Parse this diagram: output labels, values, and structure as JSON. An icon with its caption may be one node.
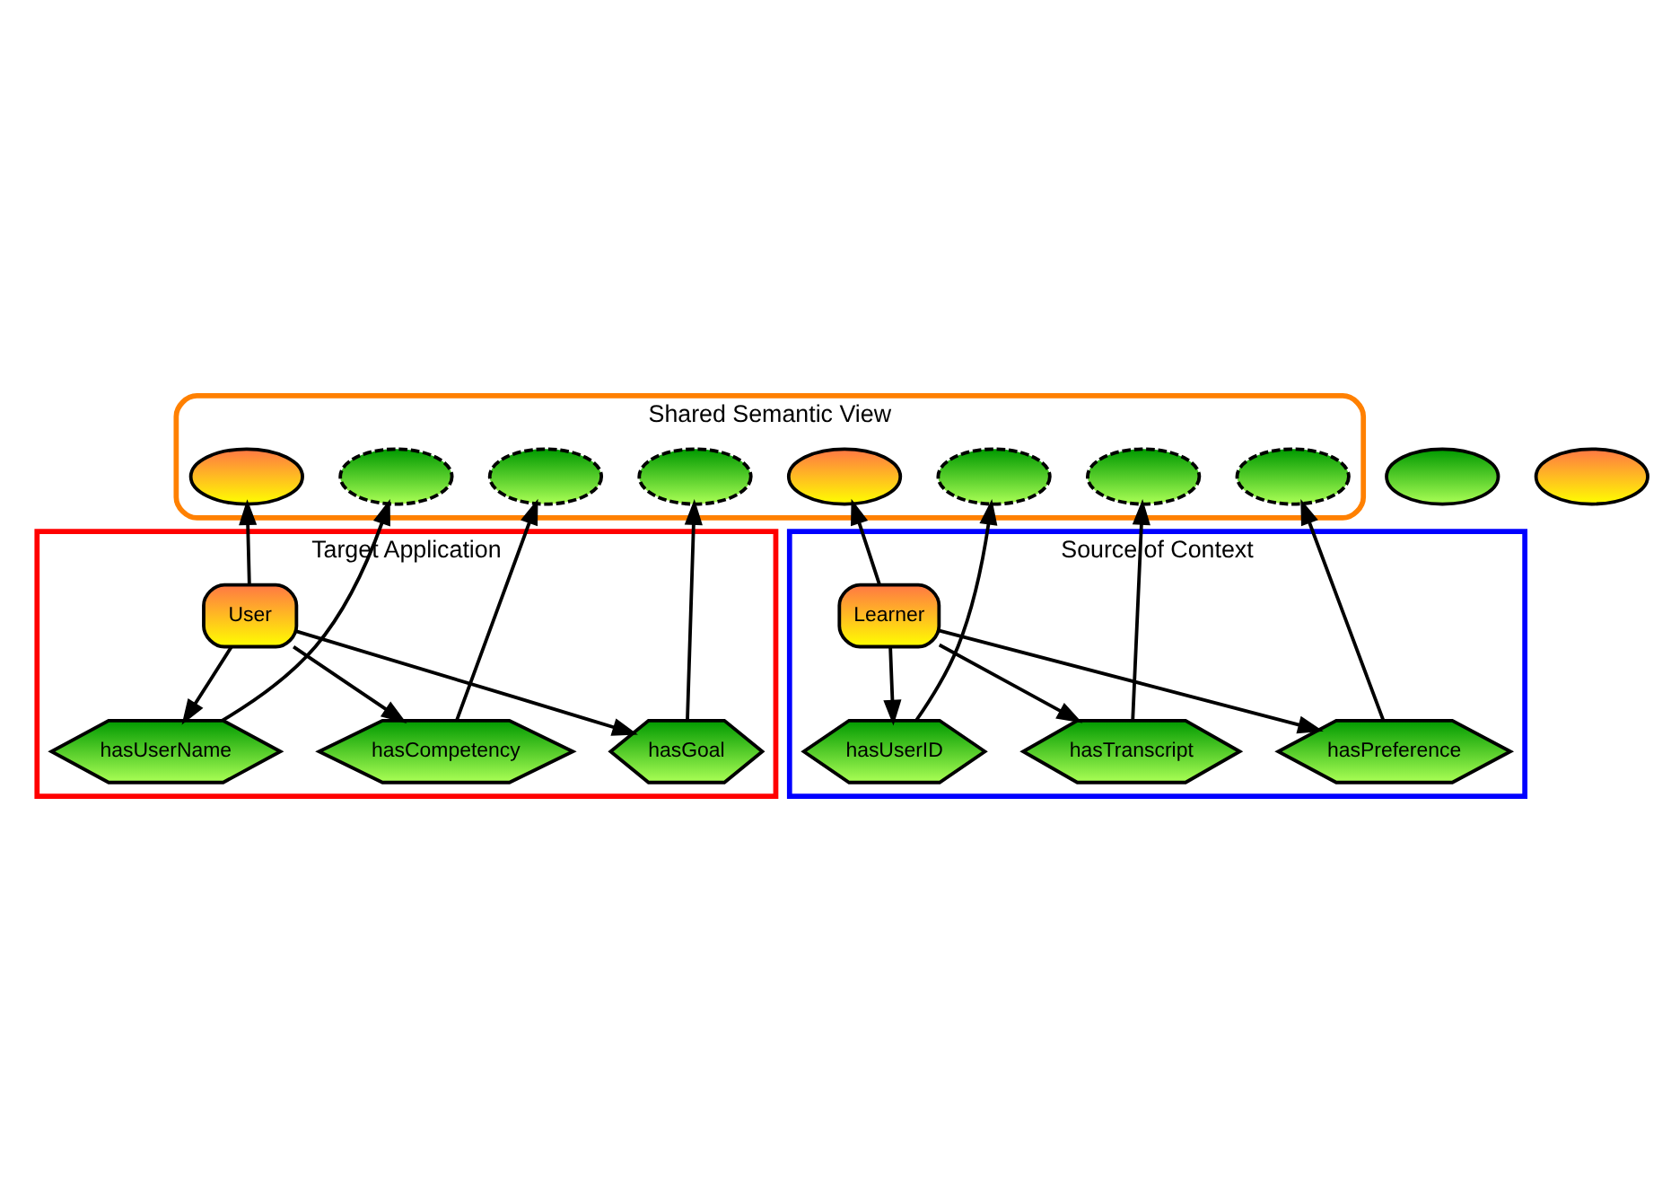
{
  "diagram": {
    "nodes": [
      {
        "text": [
          "Shared Semantic View"
        ]
      },
      {
        "text": [],
        "shape": "semicircle"
      },
      {
        "text": [],
        "shape": "semicircle"
      },
      {
        "text": [],
        "shape": "semicircle",
        "in": 0
      },
      {
        "text": [],
        "shape": "semicircle",
        "in": 0
      },
      {
        "text": [],
        "shape": "semicircle",
        "in": 0
      },
      {
        "text": [],
        "shape": "semicircle",
        "in": 0
      },
      {
        "text": [],
        "shape": "semicircle",
        "in": 0
      },
      {
        "text": [],
        "shape": "semicircle",
        "in": 0
      },
      {
        "text": [],
        "shape": "semicircle",
        "in": 0
      },
      {
        "text": [],
        "shape": "semicircle",
        "in": 0
      },
      {
        "text": [
          "Target Application"
        ]
      },
      {
        "text": [
          "User"
        ],
        "in": 11
      },
      {
        "text": [
          "hasUserName"
        ],
        "in": 11
      },
      {
        "text": [
          "hasCompetency"
        ],
        "in": 11
      },
      {
        "text": [
          "hasGoal"
        ],
        "in": 11
      },
      {
        "text": [
          "Source of Context"
        ]
      },
      {
        "text": [
          "Learner"
        ],
        "in": 16
      },
      {
        "text": [
          "hasUserID"
        ],
        "in": 16
      },
      {
        "text": [
          "hasTranscript"
        ],
        "in": 16
      },
      {
        "text": [
          "hasPreference"
        ],
        "in": 16
      }
    ],
    "edges": [
      {
        "from": 12,
        "to": 3,
        "arrow": "to"
      },
      {
        "from": 13,
        "to": 4,
        "arrow": "to"
      },
      {
        "from": 14,
        "to": 5,
        "arrow": "to"
      },
      {
        "from": 15,
        "to": 6,
        "arrow": "to"
      },
      {
        "from": 12,
        "to": 13,
        "arrow": "to"
      },
      {
        "from": 12,
        "to": 14,
        "arrow": "to"
      },
      {
        "from": 12,
        "to": 15,
        "arrow": "to"
      },
      {
        "from": 17,
        "to": 7,
        "arrow": "to"
      },
      {
        "from": 18,
        "to": 8,
        "arrow": "to"
      },
      {
        "from": 19,
        "to": 9,
        "arrow": "to"
      },
      {
        "from": 20,
        "to": 10,
        "arrow": "to"
      },
      {
        "from": 17,
        "to": 18,
        "arrow": "to"
      },
      {
        "from": 17,
        "to": 19,
        "arrow": "to"
      },
      {
        "from": 17,
        "to": 20,
        "arrow": "to"
      }
    ]
  }
}
